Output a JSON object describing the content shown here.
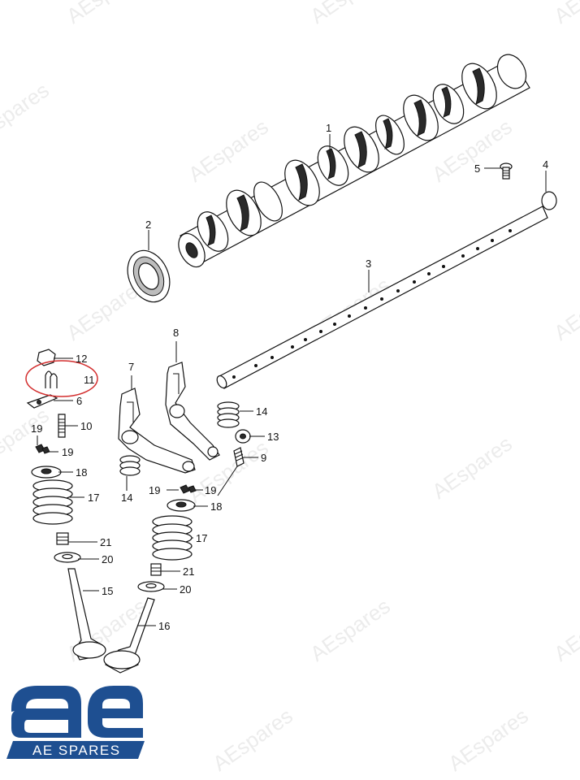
{
  "watermark": "AEspares",
  "callouts": {
    "c1": "1",
    "c2": "2",
    "c3": "3",
    "c4": "4",
    "c5": "5",
    "c6": "6",
    "c7": "7",
    "c8": "8",
    "c9": "9",
    "c10": "10",
    "c11": "11",
    "c12": "12",
    "c13": "13",
    "c14a": "14",
    "c14b": "14",
    "c15": "15",
    "c16": "16",
    "c17a": "17",
    "c17b": "17",
    "c18a": "18",
    "c18b": "18",
    "c19a": "19",
    "c19b": "19",
    "c19c": "19",
    "c19d": "19",
    "c20a": "20",
    "c20b": "20",
    "c21a": "21",
    "c21b": "21"
  },
  "highlight_color": "#d32f2f",
  "logo": {
    "mark": "ae",
    "text": "AE SPARES",
    "color": "#1e4f91"
  }
}
